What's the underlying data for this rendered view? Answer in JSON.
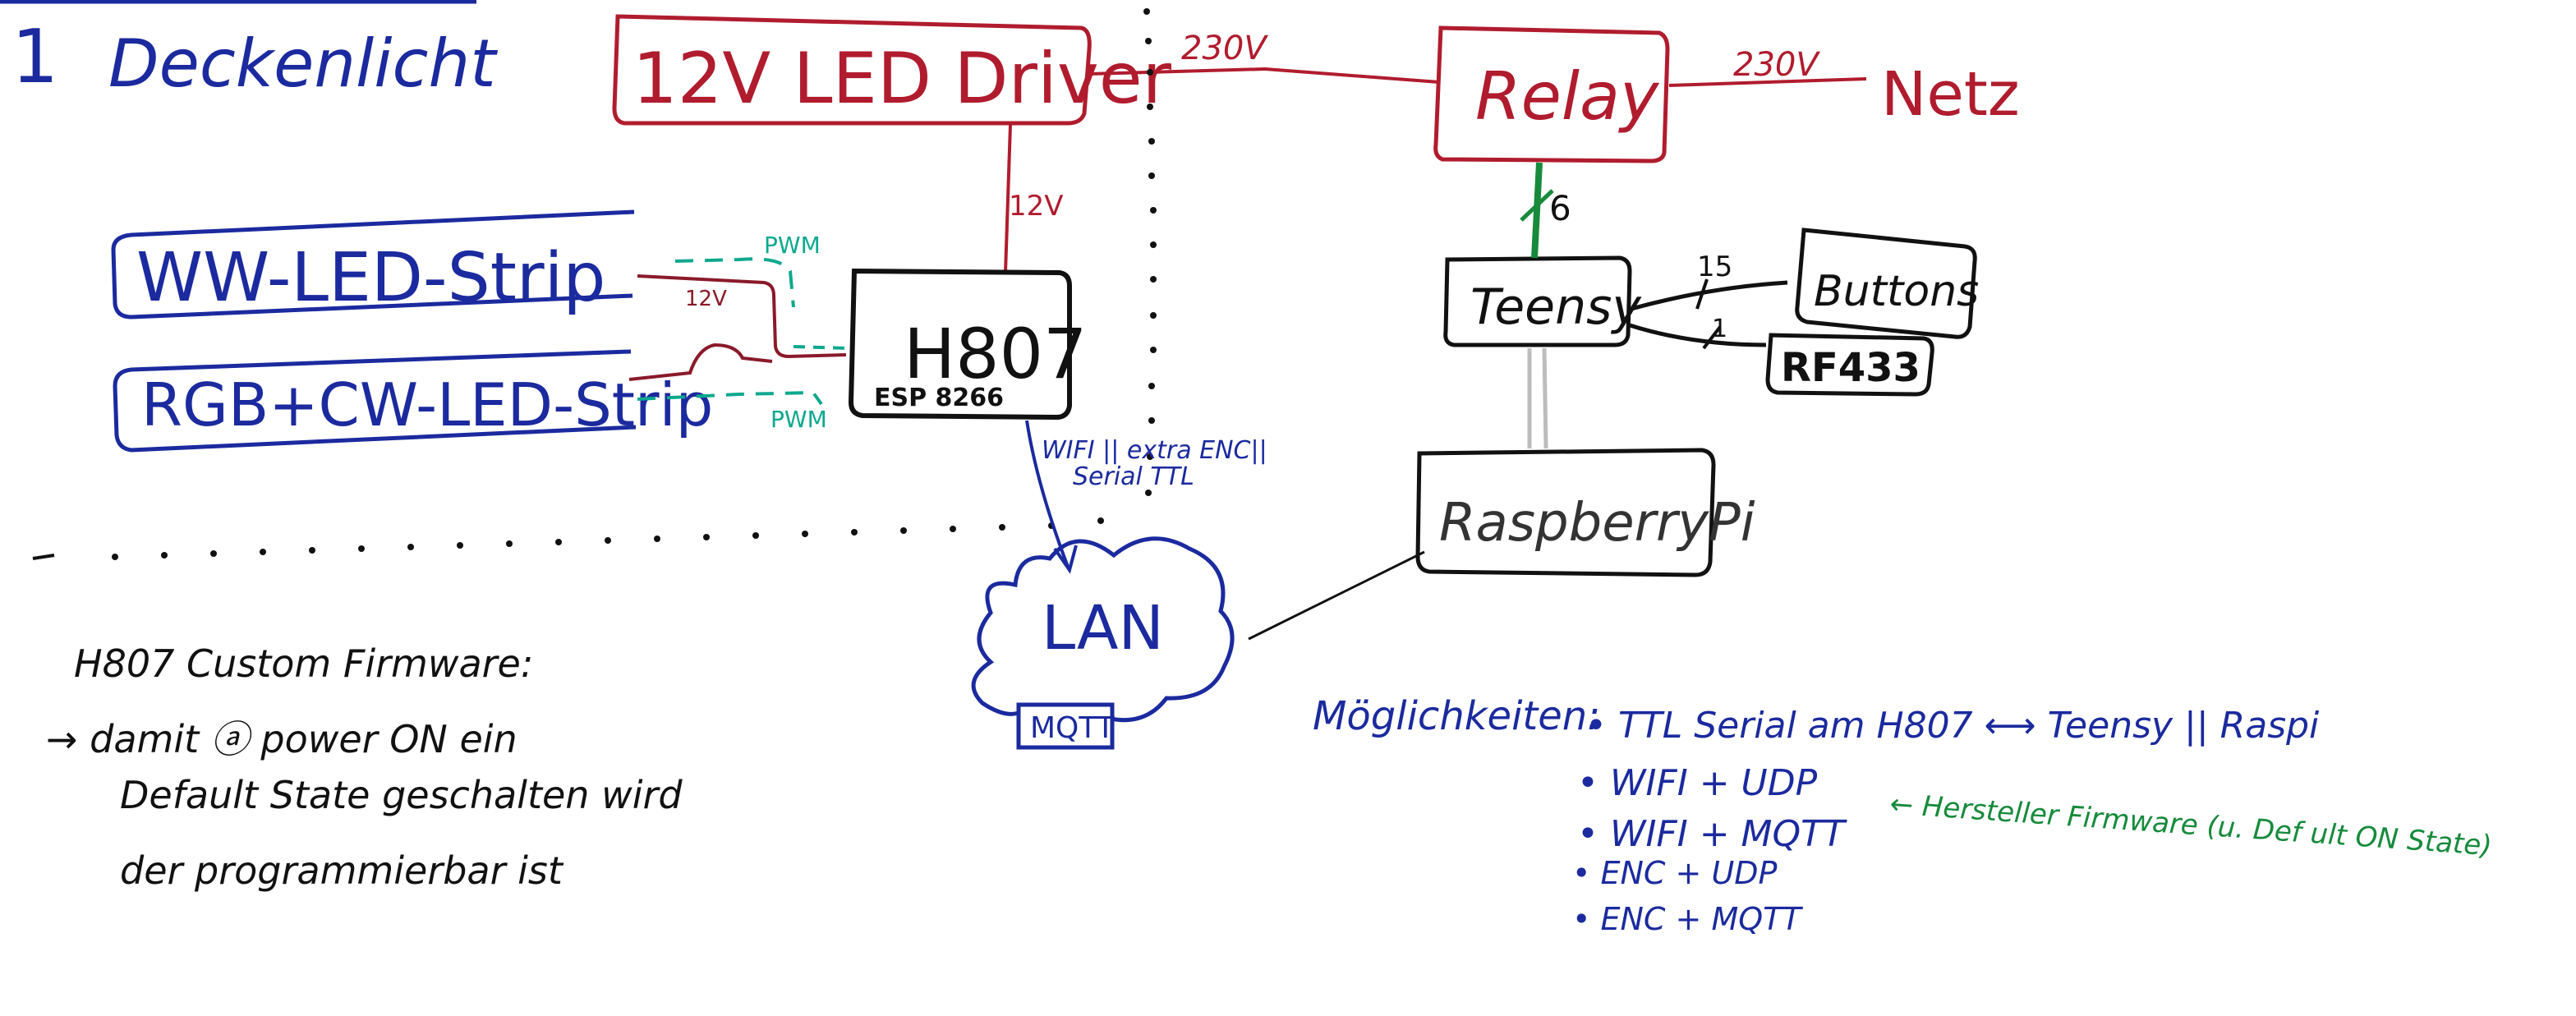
{
  "colors": {
    "red": "#b01c2e",
    "blue": "#1b2a9e",
    "black": "#111111",
    "green": "#178a3c",
    "teal": "#0fa88e",
    "grey": "#bdbdbd"
  },
  "heading": {
    "number": "1",
    "title": "Deckenlicht"
  },
  "boxes": {
    "led_driver": "12V LED Driver",
    "relay": "Relay",
    "ww_strip": "WW-LED-Strip",
    "rgb_strip": "RGB+CW-LED-Strip",
    "h807": "H807",
    "esp": "ESP 8266",
    "teensy": "Teensy",
    "buttons": "Buttons",
    "rf433": "RF433",
    "raspberry": "RaspberryPi",
    "lan": "LAN",
    "mqtt": "MQTT"
  },
  "labels": {
    "v230_top": "230V",
    "v230_net": "230V",
    "netz": "Netz",
    "v12_driver": "12V",
    "v12_strip": "12V",
    "pwm_top": "PWM",
    "pwm_bottom": "PWM",
    "teensy_relay_count": "6",
    "teensy_buttons_count": "15",
    "teensy_rf_count": "1",
    "wifi_line1": "WIFI || extra ENC||",
    "wifi_line2": "Serial TTL"
  },
  "notes": {
    "line1": "H807 Custom Firmware:",
    "line2": "→ damit ⓐ power ON ein",
    "line3": "Default State geschalten wird",
    "line4": "der programmierbar ist"
  },
  "options": {
    "title": "Möglichkeiten:",
    "item1": "• TTL Serial am H807 ⟷ Teensy || Raspi",
    "item2": "• WIFI + UDP",
    "item2_note": "← Hersteller Firmware (u. Def ult ON State)",
    "item3": "• WIFI + MQTT",
    "item4": "• ENC + UDP",
    "item5": "• ENC + MQTT"
  }
}
